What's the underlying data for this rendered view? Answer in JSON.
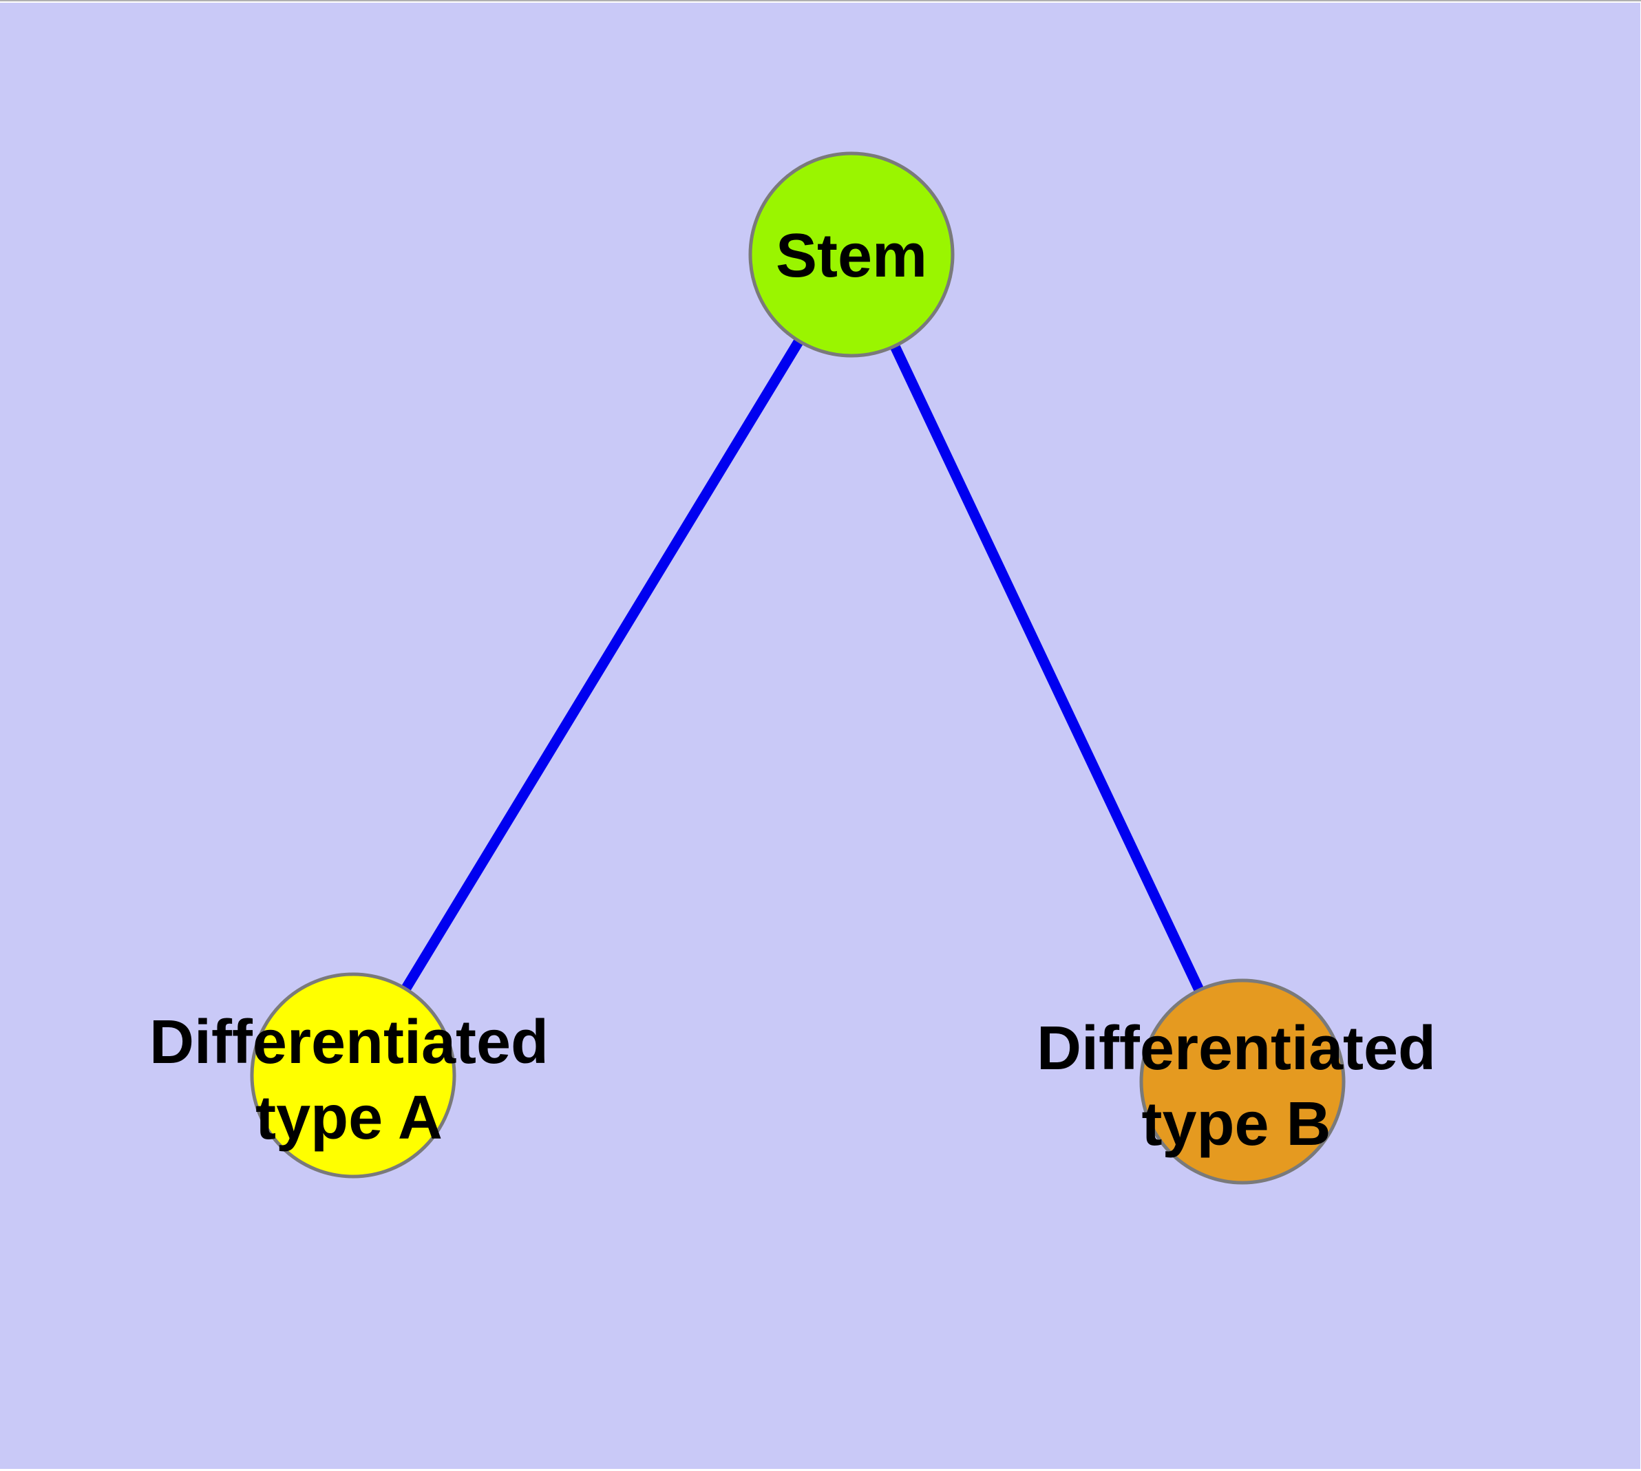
{
  "diagram": {
    "background_color": "#c9c9f7",
    "top_hairline_color": "#b0b0b0",
    "edge_color": "#0000f0",
    "node_border_color": "#7a7a7a",
    "text_color": "#000000",
    "nodes": [
      {
        "id": "stem",
        "label": "Stem",
        "fill": "#9af500"
      },
      {
        "id": "differentiated-type-a",
        "label_line1": "Differentiated",
        "label_line2": "type A",
        "fill": "#ffff00"
      },
      {
        "id": "differentiated-type-b",
        "label_line1": "Differentiated",
        "label_line2": "type B",
        "fill": "#e59a20"
      }
    ],
    "edges": [
      {
        "from": "Stem",
        "to": "Differentiated type A"
      },
      {
        "from": "Stem",
        "to": "Differentiated type B"
      }
    ]
  }
}
